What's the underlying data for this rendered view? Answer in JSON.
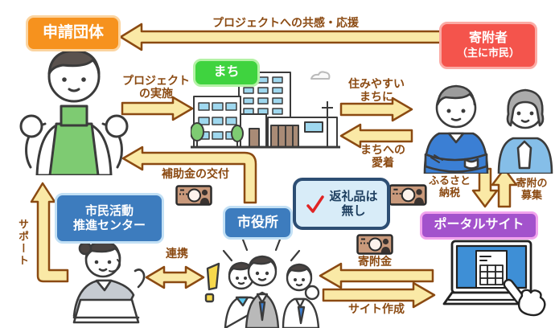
{
  "diagram": {
    "boxes": {
      "applicant": {
        "label": "申請団体"
      },
      "donor": {
        "line1": "寄附者",
        "line2": "（主に市民）"
      },
      "town": {
        "label": "まち"
      },
      "center": {
        "line1": "市民活動",
        "line2": "推進センター"
      },
      "cityhall": {
        "label": "市役所"
      },
      "portal": {
        "label": "ポータルサイト"
      },
      "no_gift": {
        "line1": "返礼品は",
        "line2": "無し"
      }
    },
    "arrow_labels": {
      "sympathy": "プロジェクトへの共感・応援",
      "project_line1": "プロジェクト",
      "project_line2": "の実施",
      "livable_line1": "住みやすい",
      "livable_line2": "まちに",
      "attachment_line1": "まちへの",
      "attachment_line2": "愛着",
      "subsidy": "補助金の交付",
      "support": "サポート",
      "cooperation": "連携",
      "furusato_line1": "ふるさと",
      "furusato_line2": "納税",
      "recruit_line1": "寄附の",
      "recruit_line2": "募集",
      "donation": "寄附金",
      "site_creation": "サイト作成"
    },
    "colors": {
      "applicant_bg": "#F6921E",
      "applicant_border": "#FBD4A0",
      "donor_bg": "#F4544C",
      "donor_border": "#FBABA5",
      "town_bg": "#3FD33F",
      "town_border": "#B4F2A6",
      "blue_bg": "#3D7CBE",
      "blue_border": "#C2E0F5",
      "portal_bg": "#A352CC",
      "portal_border": "#F2A3ED",
      "nogift_bg": "#D8ECF8",
      "nogift_border": "#2D4E73",
      "nogift_text": "#1C3D5E",
      "check_red": "#E02424",
      "arrow_fill": "#FAE9A6",
      "arrow_stroke": "#8B4A12",
      "label_text": "#8B4A12"
    }
  }
}
